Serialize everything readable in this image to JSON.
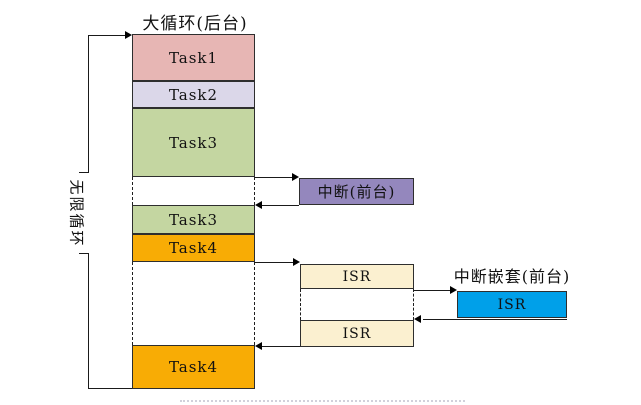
{
  "column": {
    "title": "大循环(后台)",
    "segments": [
      {
        "label": "Task1",
        "color": "#e7b6b4"
      },
      {
        "label": "Task2",
        "color": "#dbd7e9"
      },
      {
        "label": "Task3",
        "color": "#c4d6a1"
      },
      {
        "label": "Task3",
        "color": "#c4d6a1"
      },
      {
        "label": "Task4",
        "color": "#f8ac05"
      },
      {
        "label": "Task4",
        "color": "#f8ac05"
      }
    ]
  },
  "left_annotation": {
    "label": "无限循环"
  },
  "foreground": {
    "interrupt": {
      "label": "中断(前台)",
      "color": "#9487bd"
    },
    "isr_first": {
      "label": "ISR",
      "color": "#fbf0d0"
    },
    "isr_second": {
      "label": "ISR",
      "color": "#fbf0d0"
    },
    "nested": {
      "title": "中断嵌套(前台)",
      "isr": {
        "label": "ISR",
        "color": "#00a0e9"
      }
    }
  }
}
